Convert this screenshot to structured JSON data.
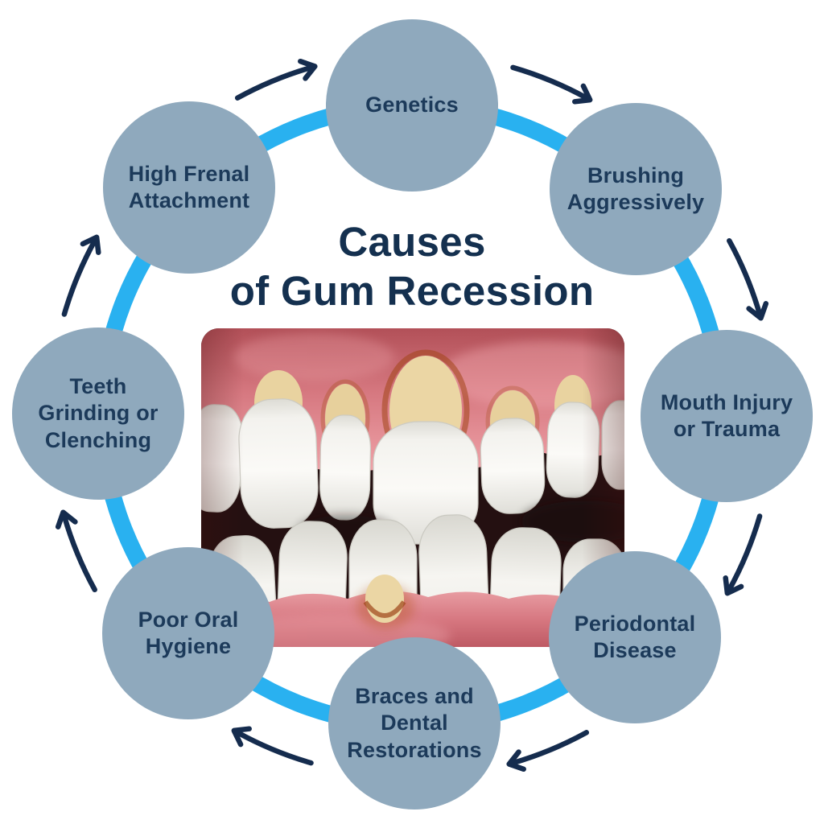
{
  "title": {
    "text": "Causes\nof Gum Recession"
  },
  "nodes": [
    {
      "label": "Genetics"
    },
    {
      "label": "Brushing\nAggressively"
    },
    {
      "label": "Mouth Injury\nor Trauma"
    },
    {
      "label": "Periodontal\nDisease"
    },
    {
      "label": "Braces and\nDental\nRestorations"
    },
    {
      "label": "Poor Oral\nHygiene"
    },
    {
      "label": "Teeth\nGrinding or\nClenching"
    },
    {
      "label": "High Frenal\nAttachment"
    }
  ],
  "center_image": {
    "name": "gum-recession-teeth-illustration"
  },
  "arrows": [
    "arrow-high-frenal-attachment-to-genetics",
    "arrow-genetics-to-brushing-aggressively",
    "arrow-brushing-aggressively-to-mouth-injury",
    "arrow-mouth-injury-to-periodontal-disease",
    "arrow-periodontal-disease-to-braces",
    "arrow-braces-to-poor-oral-hygiene",
    "arrow-poor-oral-hygiene-to-teeth-grinding",
    "arrow-teeth-grinding-to-high-frenal-attachment"
  ],
  "colors": {
    "background": "#FFFFFF",
    "node_fill": "#8FA9BD",
    "node_text": "#1C3A5A",
    "ring": "#29B1F0",
    "arrow": "#152C4E",
    "title_text": "#14304F"
  }
}
